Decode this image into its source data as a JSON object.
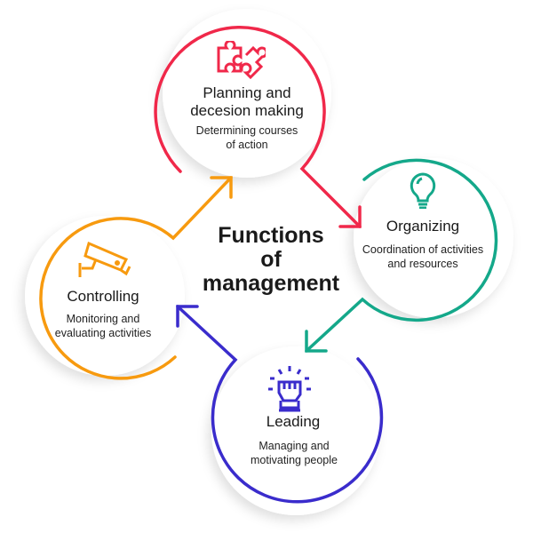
{
  "center_title": [
    "Functions",
    "of",
    "management"
  ],
  "nodes": {
    "planning": {
      "title": [
        "Planning and",
        "decesion making"
      ],
      "desc": [
        "Determining courses",
        "of action"
      ],
      "color": "#f0284a",
      "icon": "puzzle-icon"
    },
    "organizing": {
      "title": [
        "Organizing"
      ],
      "desc": [
        "Coordination of activities",
        "and resources"
      ],
      "color": "#14a88a",
      "icon": "lightbulb-icon"
    },
    "leading": {
      "title": [
        "Leading"
      ],
      "desc": [
        "Managing and",
        "motivating people"
      ],
      "color": "#3a2ccc",
      "icon": "raised-fist-icon"
    },
    "controlling": {
      "title": [
        "Controlling"
      ],
      "desc": [
        "Monitoring and",
        "evaluating activities"
      ],
      "color": "#f79a0f",
      "icon": "security-camera-icon"
    }
  }
}
